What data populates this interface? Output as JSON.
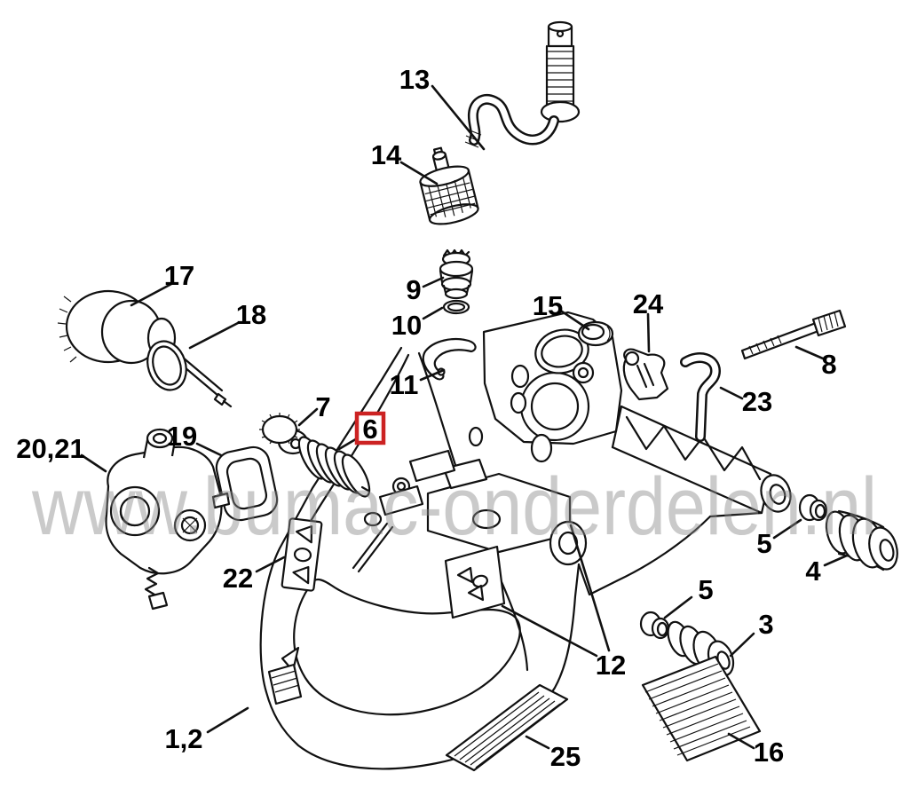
{
  "diagram": {
    "watermark": "www.bumac-onderdelen.nl",
    "highlighted_callout": "6",
    "colors": {
      "line": "#111111",
      "highlight_box": "#cc2222",
      "watermark": "#8a8a8a",
      "background": "#ffffff"
    },
    "callouts": [
      {
        "label": "13"
      },
      {
        "label": "14"
      },
      {
        "label": "17"
      },
      {
        "label": "18"
      },
      {
        "label": "9"
      },
      {
        "label": "10"
      },
      {
        "label": "11"
      },
      {
        "label": "15"
      },
      {
        "label": "24"
      },
      {
        "label": "8"
      },
      {
        "label": "23"
      },
      {
        "label": "7"
      },
      {
        "label": "6"
      },
      {
        "label": "19"
      },
      {
        "label": "20,21"
      },
      {
        "label": "22"
      },
      {
        "label": "5"
      },
      {
        "label": "4"
      },
      {
        "label": "5"
      },
      {
        "label": "3"
      },
      {
        "label": "12"
      },
      {
        "label": "16"
      },
      {
        "label": "25"
      },
      {
        "label": "1,2"
      }
    ]
  }
}
